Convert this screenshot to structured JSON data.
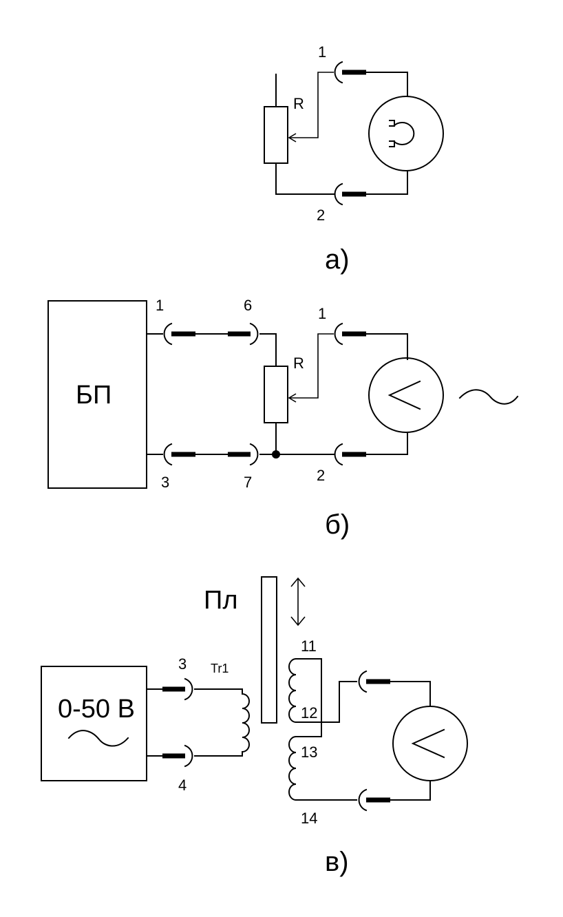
{
  "diagram_a": {
    "caption": "а)",
    "resistor_label": "R",
    "terminal_top": "1",
    "terminal_bottom": "2"
  },
  "diagram_b": {
    "caption": "б)",
    "power_supply_label": "БП",
    "resistor_label": "R",
    "terminal_psu_top": "1",
    "terminal_psu_bottom": "3",
    "terminal_mid_top": "6",
    "terminal_mid_bottom": "7",
    "terminal_meter_top": "1",
    "terminal_meter_bottom": "2"
  },
  "diagram_c": {
    "caption": "в)",
    "source_label": "0-50 В",
    "plate_label": "Пл",
    "transformer_label": "Tr1",
    "terminal_src_top": "3",
    "terminal_src_bottom": "4",
    "winding_11": "11",
    "winding_12": "12",
    "winding_13": "13",
    "winding_14": "14"
  }
}
